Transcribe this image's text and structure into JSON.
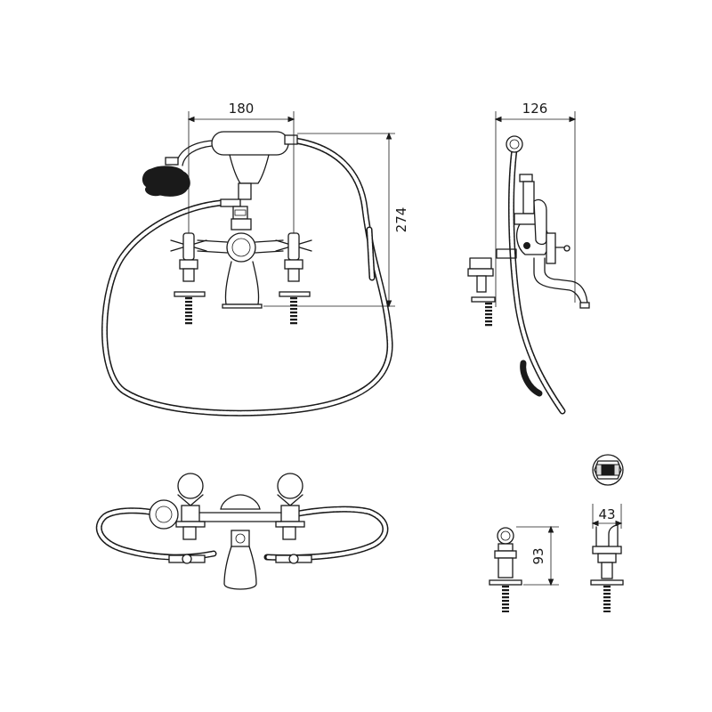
{
  "dimensions": {
    "front_width": "180",
    "front_height": "274",
    "side_depth": "126",
    "leg_height": "93",
    "leg_width": "43"
  }
}
